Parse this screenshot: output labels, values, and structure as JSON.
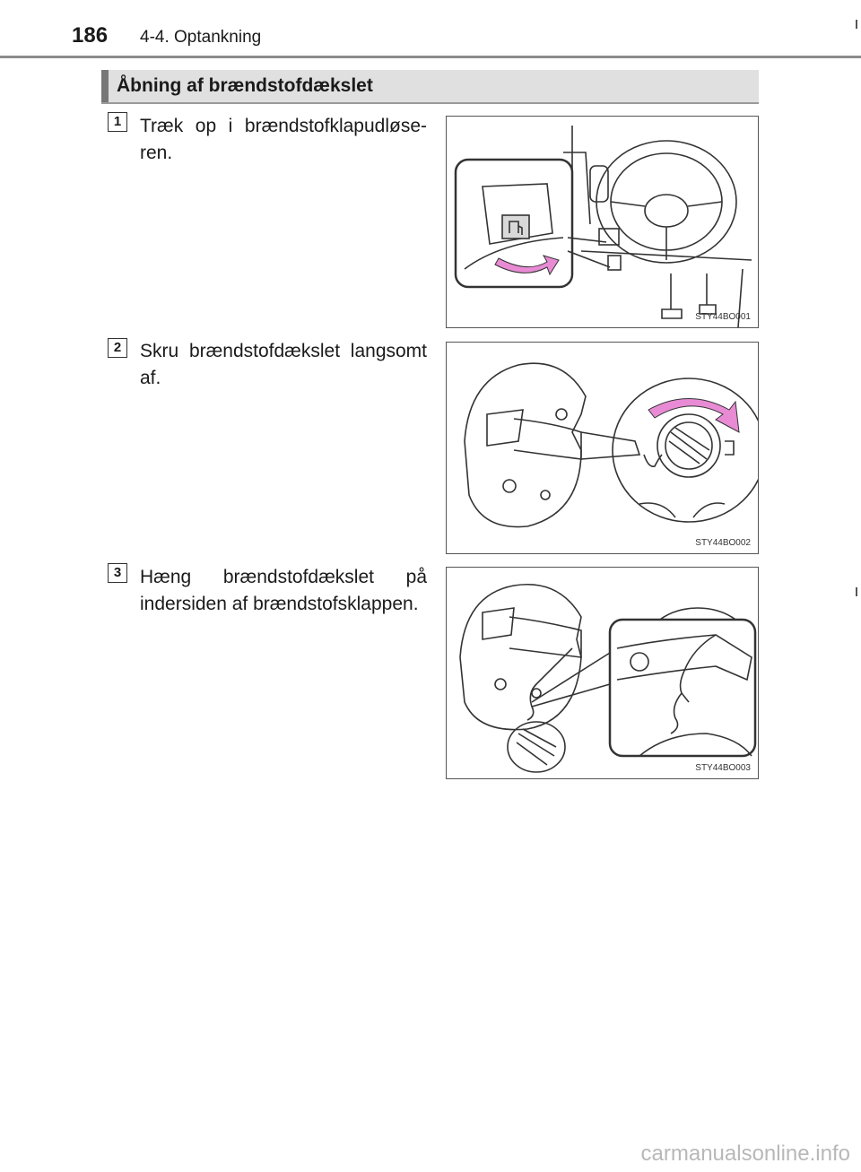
{
  "header": {
    "page_number": "186",
    "chapter": "4-4. Optankning"
  },
  "section": {
    "title": "Åbning af brændstofdækslet"
  },
  "steps": [
    {
      "number": "1",
      "text": "Træk op i brændstofklapudløse-ren.",
      "figure_code": "STY44BO001"
    },
    {
      "number": "2",
      "text": "Skru brændstofdækslet langsomt af.",
      "figure_code": "STY44BO002"
    },
    {
      "number": "3",
      "text": "Hæng brændstofdækslet på indersiden af brændstofsklappen.",
      "figure_code": "STY44BO003"
    }
  ],
  "footer": {
    "watermark": "carmanualsonline.info"
  },
  "colors": {
    "arrow": "#e88bd4",
    "rule": "#8c8c8c",
    "section_bg": "#e0e0e0"
  }
}
